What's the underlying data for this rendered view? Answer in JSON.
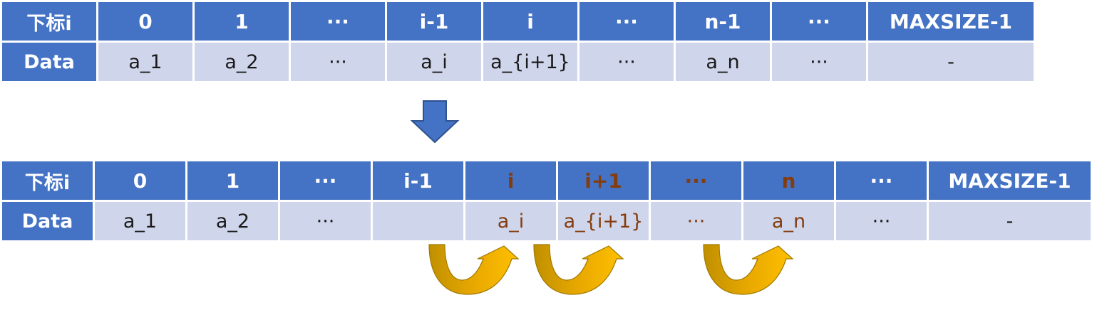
{
  "before": {
    "header": [
      "下标i",
      "0",
      "1",
      "···",
      "i-1",
      "i",
      "···",
      "n-1",
      "···",
      "MAXSIZE-1"
    ],
    "row": [
      "Data",
      "a_1",
      "a_2",
      "···",
      "a_i",
      "a_{i+1}",
      "···",
      "a_n",
      "···",
      "-"
    ]
  },
  "after": {
    "header": [
      "下标i",
      "0",
      "1",
      "···",
      "i-1",
      "i",
      "i+1",
      "···",
      "n",
      "···",
      "MAXSIZE-1"
    ],
    "row": [
      "Data",
      "a_1",
      "a_2",
      "···",
      "",
      "a_i",
      "a_{i+1}",
      "···",
      "a_n",
      "···",
      "-"
    ],
    "highlight_columns": [
      5,
      6,
      7,
      8
    ]
  },
  "colors": {
    "header_bg": "#4472C4",
    "data_bg": "#CFD5EA",
    "highlight_text": "#843C0C",
    "transition_arrow": "#4472C4",
    "move_arrow": "#FFC000",
    "move_arrow_dark": "#C09000"
  },
  "icons": {
    "transition": "arrow-down-icon",
    "move": "curved-arrow-icon"
  }
}
